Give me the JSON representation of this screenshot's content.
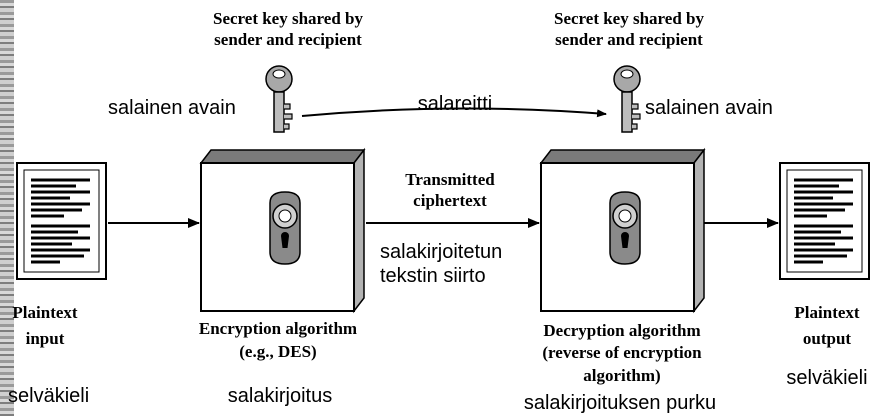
{
  "key_left_caption": "Secret key shared by\nsender and recipient",
  "key_right_caption": "Secret key shared by\nsender and recipient",
  "fi_key_left": "salainen avain",
  "fi_key_right": "salainen avain",
  "fi_secure_channel": "salareitti",
  "transmitted_label": "Transmitted\nciphertext",
  "fi_transmission": "salakirjoitetun\ntekstin siirto",
  "plaintext_input": "Plaintext\ninput",
  "fi_plaintext_in": "selväkieli",
  "encryption_label": "Encryption algorithm\n(e.g., DES)",
  "fi_encryption": "salakirjoitus",
  "decryption_label": "Decryption algorithm\n(reverse of encryption\nalgorithm)",
  "fi_decryption": "salakirjoituksen purku",
  "plaintext_output": "Plaintext\noutput",
  "fi_plaintext_out": "selväkieli"
}
